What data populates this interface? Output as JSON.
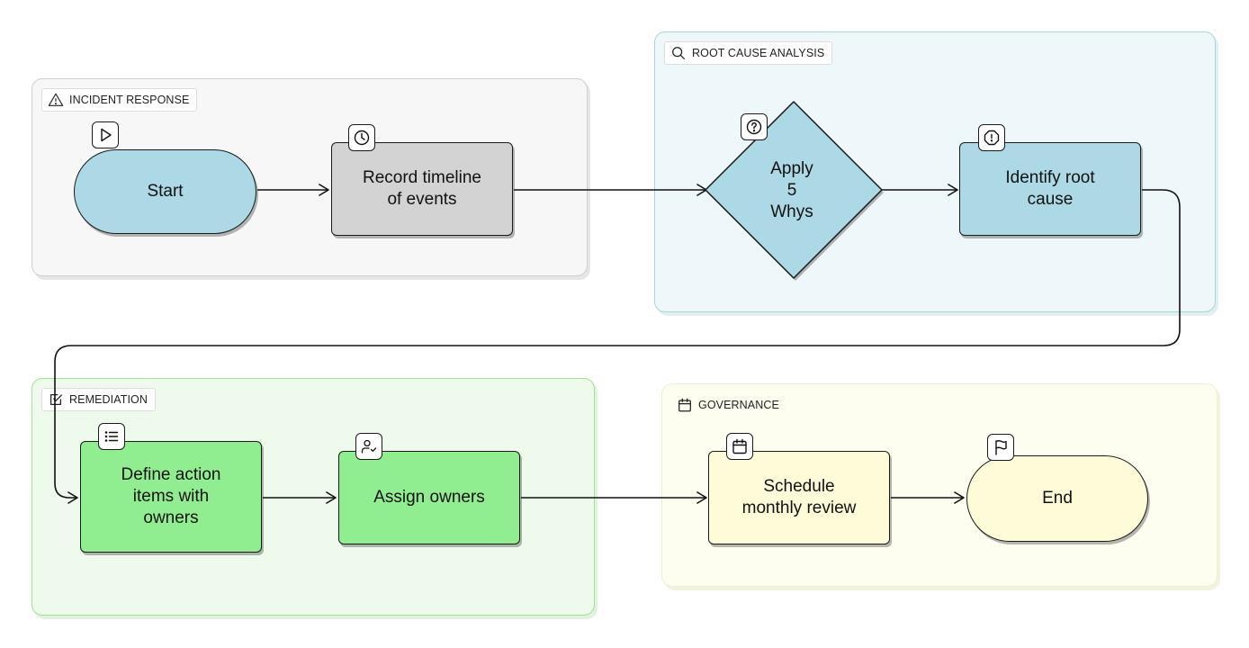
{
  "groups": {
    "incident": {
      "label": "INCIDENT RESPONSE",
      "icon": "warning-icon"
    },
    "rca": {
      "label": "ROOT CAUSE ANALYSIS",
      "icon": "search-icon"
    },
    "remediation": {
      "label": "REMEDIATION",
      "icon": "checkbox-icon"
    },
    "governance": {
      "label": "GOVERNANCE",
      "icon": "calendar-icon"
    }
  },
  "nodes": {
    "start": {
      "label": "Start",
      "icon": "play-icon",
      "color": "#add8e6"
    },
    "record": {
      "label": "Record timeline\nof events",
      "icon": "clock-icon",
      "color": "#d3d3d3"
    },
    "decision": {
      "label": "Apply\n5\nWhys",
      "icon": "help-circle-icon",
      "color": "#add8e6"
    },
    "identify": {
      "label": "Identify root\ncause",
      "icon": "alert-octagon-icon",
      "color": "#add8e6"
    },
    "define": {
      "label": "Define action\nitems with\nowners",
      "icon": "list-icon",
      "color": "#90ee90"
    },
    "assign": {
      "label": "Assign owners",
      "icon": "user-check-icon",
      "color": "#90ee90"
    },
    "schedule": {
      "label": "Schedule\nmonthly review",
      "icon": "calendar-icon",
      "color": "#fefcd8"
    },
    "end": {
      "label": "End",
      "icon": "flag-icon",
      "color": "#fefcd8"
    }
  },
  "edges": [
    [
      "start",
      "record"
    ],
    [
      "record",
      "decision"
    ],
    [
      "decision",
      "identify"
    ],
    [
      "identify",
      "define"
    ],
    [
      "define",
      "assign"
    ],
    [
      "assign",
      "schedule"
    ],
    [
      "schedule",
      "end"
    ]
  ]
}
